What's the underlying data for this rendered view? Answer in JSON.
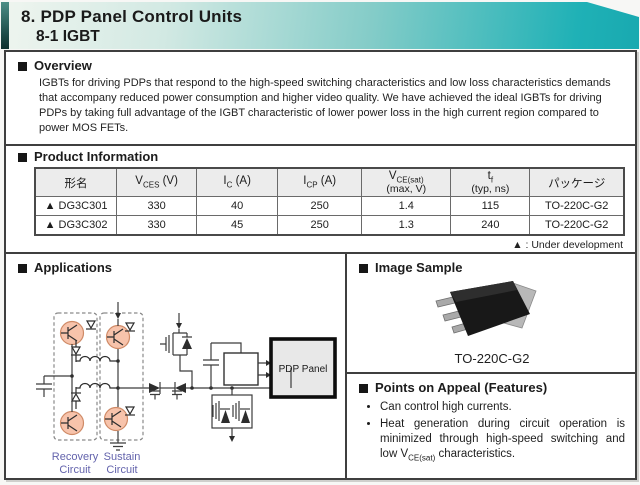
{
  "header": {
    "title_line1": "8. PDP Panel Control Units",
    "title_line2": "8-1 IGBT"
  },
  "overview": {
    "heading": "Overview",
    "body": "IGBTs for driving PDPs that respond to the high-speed switching characteristics and low loss characteristics demands that accompany reduced power consumption and higher video quality. We have achieved the ideal IGBTs for driving PDPs by taking full advantage of the IGBT characteristic of lower power loss in the high current region compared to power MOS FETs."
  },
  "product_info": {
    "heading": "Product Information",
    "headers": {
      "model": "形名",
      "vces": {
        "pre": "V",
        "sub": "CES",
        "post": " (V)"
      },
      "ic": {
        "pre": "I",
        "sub": "C",
        "post": " (A)"
      },
      "icp": {
        "pre": "I",
        "sub": "CP",
        "post": " (A)"
      },
      "vcesat": {
        "pre": "V",
        "sub": "CE(sat)",
        "line2": "(max, V)"
      },
      "tf": {
        "pre": "t",
        "sub": "f",
        "line2": "(typ, ns)"
      },
      "pkg": "パッケージ"
    },
    "rows": [
      {
        "model": "▲ DG3C301",
        "vces": "330",
        "ic": "40",
        "icp": "250",
        "vcesat": "1.4",
        "tf": "115",
        "pkg": "TO-220C-G2"
      },
      {
        "model": "▲ DG3C302",
        "vces": "330",
        "ic": "45",
        "icp": "250",
        "vcesat": "1.3",
        "tf": "240",
        "pkg": "TO-220C-G2"
      }
    ],
    "note": "▲ : Under development"
  },
  "applications": {
    "heading": "Applications",
    "recovery_label_1": "Recovery",
    "recovery_label_2": "Circuit",
    "sustain_label_1": "Sustain",
    "sustain_label_2": "Circuit",
    "pdp_panel_label": "PDP Panel"
  },
  "image_sample": {
    "heading": "Image Sample",
    "caption": "TO-220C-G2"
  },
  "features": {
    "heading": "Points on Appeal (Features)",
    "bullet1": "Can control high currents.",
    "bullet2_pre": "Heat generation during circuit operation is minimized through high-speed switching and low V",
    "bullet2_sub": "CE(sat)",
    "bullet2_post": " characteristics."
  },
  "colors": {
    "accent_teal": "#1fb1b6",
    "accent_dark_teal": "#1d4a47",
    "igbt_highlight": "#f7c3ab",
    "circuit_label_blue": "#6363ac",
    "table_header_bg": "#ececec",
    "pdp_panel_fill": "#e8e8e8"
  }
}
